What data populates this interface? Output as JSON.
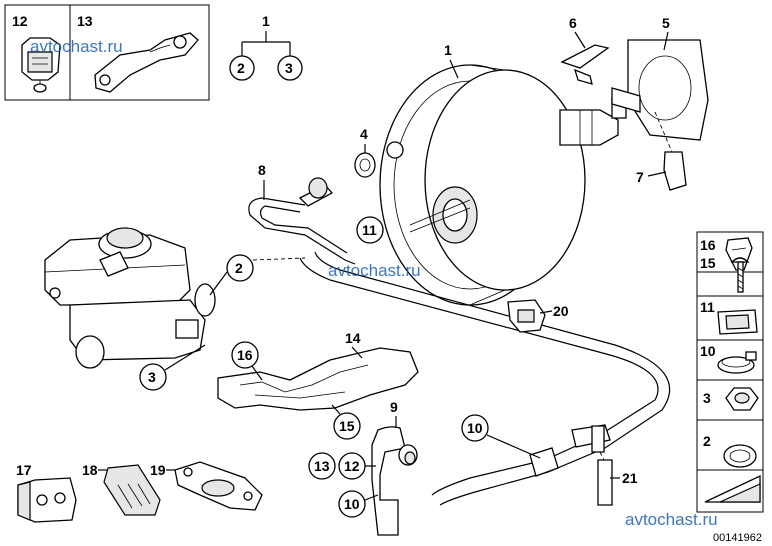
{
  "diagram": {
    "callouts": {
      "c1_top": "1",
      "c2_top": "2",
      "c3_top": "3",
      "c1_booster": "1",
      "c4": "4",
      "c5": "5",
      "c6": "6",
      "c7": "7",
      "c8": "8",
      "c11_mid": "11",
      "c2_mid": "2",
      "c3_mid": "3",
      "c14": "14",
      "c16_mid": "16",
      "c15_mid": "15",
      "c20": "20",
      "c9": "9",
      "c10_mid": "10",
      "c13_bot": "13",
      "c12_bot": "12",
      "c10_bot": "10",
      "c21": "21",
      "c17": "17",
      "c18": "18",
      "c19": "19",
      "c12_box": "12",
      "c13_box": "13"
    },
    "legend": [
      {
        "num": "16",
        "icon": "clip-icon"
      },
      {
        "num": "15",
        "icon": "screw-icon"
      },
      {
        "num": "11",
        "icon": "grommet-icon"
      },
      {
        "num": "10",
        "icon": "hose-clamp-icon"
      },
      {
        "num": "3",
        "icon": "nut-icon"
      },
      {
        "num": "2",
        "icon": "sealing-ring-icon"
      },
      {
        "num": "",
        "icon": "arrow-wedge-icon"
      }
    ],
    "watermark": "avtochast.ru",
    "reference_number": "00141962"
  }
}
